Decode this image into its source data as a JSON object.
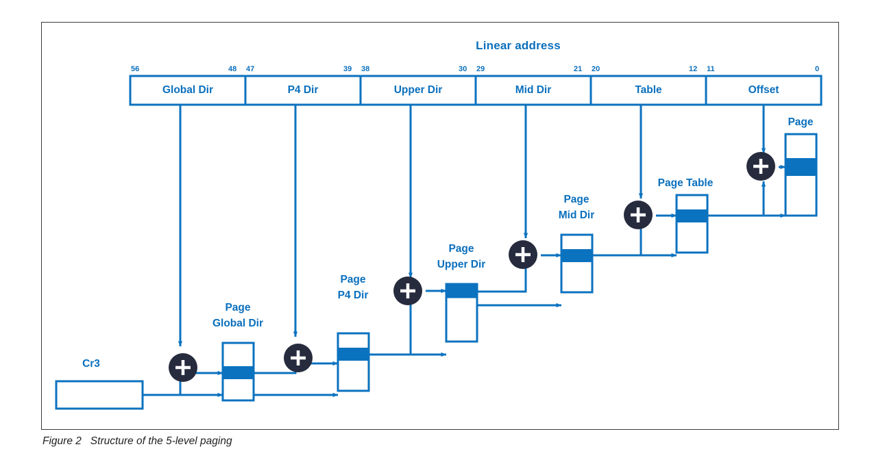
{
  "figure": {
    "caption_number": "Figure 2",
    "caption_text": "Structure of the 5-level paging",
    "title": "Linear address",
    "colors": {
      "accent_blue": "#0a6fbd",
      "fill_blue": "#0b72bf",
      "adder_dark": "#262b3d",
      "frame_gray": "#3a3a3c",
      "caption_text": "#231f20"
    }
  },
  "linear_address": {
    "label": "Linear address",
    "fields": [
      {
        "name": "Global Dir",
        "bit_high": "56",
        "bit_low": "48"
      },
      {
        "name": "P4 Dir",
        "bit_high": "47",
        "bit_low": "39"
      },
      {
        "name": "Upper Dir",
        "bit_high": "38",
        "bit_low": "30"
      },
      {
        "name": "Mid Dir",
        "bit_high": "29",
        "bit_low": "21"
      },
      {
        "name": "Table",
        "bit_high": "20",
        "bit_low": "12"
      },
      {
        "name": "Offset",
        "bit_high": "11",
        "bit_low": "0"
      }
    ]
  },
  "nodes": {
    "cr3": {
      "label": "Cr3"
    },
    "page_global_dir": {
      "label_line1": "Page",
      "label_line2": "Global Dir"
    },
    "page_p4_dir": {
      "label_line1": "Page",
      "label_line2": "P4 Dir"
    },
    "page_upper_dir": {
      "label_line1": "Page",
      "label_line2": "Upper Dir"
    },
    "page_mid_dir": {
      "label_line1": "Page",
      "label_line2": "Mid Dir"
    },
    "page_table": {
      "label_line1": "Page Table",
      "label_line2": ""
    },
    "page": {
      "label_line1": "Page",
      "label_line2": ""
    }
  },
  "adders": {
    "symbol": "plus-in-circle",
    "count": 6
  }
}
